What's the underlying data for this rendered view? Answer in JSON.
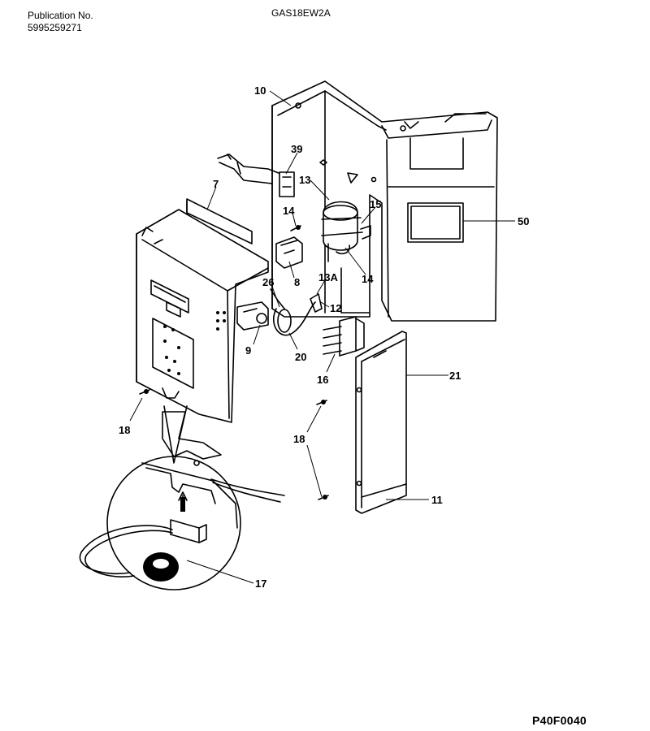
{
  "header": {
    "publication_label": "Publication No.",
    "publication_number": "5995259271",
    "model": "GAS18EW2A"
  },
  "figure_id": "P40F0040",
  "callouts": {
    "c10": "10",
    "c39": "39",
    "c7": "7",
    "c13": "13",
    "c14a": "14",
    "c15": "15",
    "c50": "50",
    "c8": "8",
    "c26": "26",
    "c14b": "14",
    "c13a": "13A",
    "c12": "12",
    "c9": "9",
    "c20": "20",
    "c16": "16",
    "c21": "21",
    "c18a": "18",
    "c18b": "18",
    "c11": "11",
    "c17": "17"
  }
}
